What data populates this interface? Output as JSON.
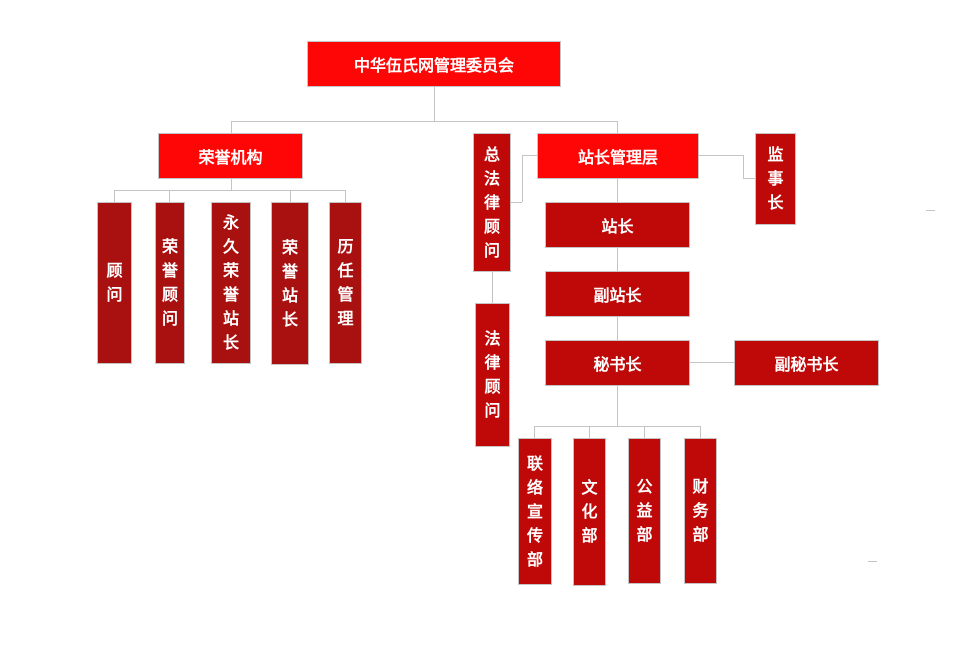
{
  "root": "中华伍氏网管理委员会",
  "honor": {
    "title": "荣誉机构",
    "children": [
      "顾问",
      "荣誉顾问",
      "永久荣誉站长",
      "荣誉站长",
      "历任管理"
    ]
  },
  "mgmt": {
    "title": "站长管理层",
    "chief_legal": "总法律顾问",
    "legal": "法律顾问",
    "supervisor": "监事长",
    "head": "站长",
    "deputy": "副站长",
    "secretary": "秘书长",
    "deputy_secretary": "副秘书长",
    "departments": [
      "联络宣传部",
      "文化部",
      "公益部",
      "财务部"
    ]
  },
  "colors": {
    "primary": "#fe0606",
    "secondary": "#bf0808",
    "honor": "#a91010",
    "connector": "#c4c4c4"
  }
}
